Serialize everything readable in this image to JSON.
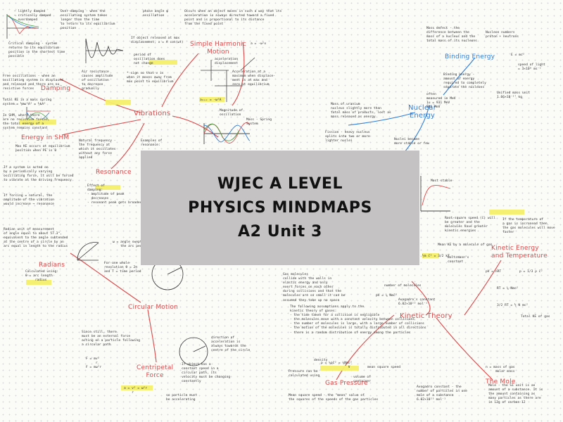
{
  "banner": {
    "line1": "WJEC A LEVEL",
    "line2": "PHYSICS MINDMAPS",
    "line3": "A2 Unit 3"
  },
  "topics": {
    "damping": "Damping",
    "vibrations": "Vibrations",
    "simple_harmonic_motion": "Simple Harmonic\nMotion",
    "energy_in_shm": "Energy in SHM",
    "resonance": "Resonance",
    "radians": "Radians",
    "circular_motion": "Circular Motion",
    "centripetal_force": "Centripetal\nForce",
    "nuclear_energy": "Nuclear\nEnergy",
    "binding_energy": "Binding Energy",
    "kinetic_energy_temperature": "Kinetic Energy\nand Temperature",
    "kinetic_theory": "Kinetic Theory",
    "gas_pressure": "Gas Pressure",
    "the_mole": "The Mole"
  },
  "notes": {
    "damping_graph_legend": "— lightly damped\n— critically damped\n— overdamped",
    "damping_definition": "Over-damping - when the\noscillating system takes\nlonger than the time\nto return to its equilibrium\nposition",
    "critical_damping": "Critical damping - system\nreturns to its equilibrium\nposition in the shortest time\npossible",
    "free_oscillations": "Free oscillations - when an\noscillating system is displaced\nand released and there are no\nresistive forces",
    "air_resistance": "Air resistance\ncauses amplitude\nof oscillation\nto decrease\ngradually",
    "phase_angle": "phase angle φ\noscillation",
    "cos_formula": "If object released at max\ndisplacement, x = A cos(ωt)",
    "period": "period of\noscillation does\nnot change",
    "shm_definition": "Occurs when an object moves in such a way that its\nacceleration is always directed toward a fixed\npoint and is proportional to its distance\nfrom the fixed point",
    "accel_formula": "a = -ω²x",
    "sign_note": "* sign so that v is\nwhen it moves away from\nmax point to equilibrium",
    "accel_max": "Acceleration at a\nmaximum when displace-\nment is at max and\nzero at equilibrium",
    "graph_axes": "acceleration\ndisplacement",
    "amax": "aₘₐₓ = -ω²A",
    "magnitude": "Magnitude of\noscillation",
    "mass_spring": "Mass - Spring\nSystem",
    "energy_shm_note": "In SHM, where there\nare no resistive forces,\nthe total energy of a\nsystem remains constant",
    "total_ke": "Total KE in a mass spring\nsystem = ½mω²A² = ½kA²",
    "max_ke": "Max KE occurs at equilibrium\nposition when PE is 0",
    "natural_freq": "Natural frequency -\nthe frequency at\nwhich it oscillates\nwithout any force\napplied",
    "examples_res": "Examples of\nresonance:",
    "driven": "If a system is acted on\nby a periodically varying\noscillating force, it will be forced\nto vibrate at the driving frequency",
    "damped_res": "Effect of\ndamping:\n- amplitude of peak\n  decreases\n- resonant peak gets broader",
    "forcing": "If forcing = natural, the\namplitude of the vibration\nwould increase → resonance",
    "radian_def": "Radian unit of measurement\nof angle equal to about 57.3°,\nequivalent to the angle subtended\nat the centre of a circle by an\narc equal in length to the radius",
    "radian_calc": "Calculated using:\nθ = arc length\n     radius",
    "angular_speed": "ω = angle swept\n    the arc per second",
    "revolution": "For one whole\nrevolution θ = 2π\nand T = time period",
    "centripetal_note": "Since still, there\nmust be an external force\nacting on a particle following\na circular path",
    "centripetal_formula": "F = mv²\n     r\nF = mω²r",
    "direction_accel": "direction of\nacceleration is\nalways towards the\ncentre of the circle",
    "constant_speed": "If object has a\nconstant speed in a\ncircular path, its\nvelocity must be changing\nconstantly",
    "accel_formula_cm": "a = v² = ω²r\n    r",
    "accelerating": "so particle must\nbe accelerating",
    "mass_defect": "Mass defect - the\ndifference between the\nmass of a nucleus and the\ntotal mass of its nucleons",
    "nuclear_numbers": "Nucleon numbers\nproton + neutrons",
    "e_mc2": "E = mc²",
    "speed_light": "speed of light\n= 3×10⁸ ms⁻¹",
    "binding_energy_note": "Binding energy -\namount of energy\nrequired to completely\nseparate the nucleons",
    "electron_volts": "often\nmeasured in MeV\n1u = 931 MeV\n931 MeV",
    "unified_mass": "Unified mass unit\n1.66×10⁻²⁷ kg",
    "mass_nucleus": "Mass of uranium\nnucleus slightly more than\ntotal mass of products, lost as\nmass released as energy",
    "fission": "Fission - heavy nucleus\nsplits into two or more\nlighter nuclei",
    "nuclei_become": "Nuclei become\nmore stable or few",
    "iron_peak": "Most stable",
    "rms_speed": "Root-square speed (c̄) will\nbe greater and the\nmolecules have greater\nkinetic energies",
    "temp_increase": "If the temperature of\na gas is increased then\nthe gas molecules will move\nfaster",
    "mean_ke": "Mean KE by a molecule of gas",
    "half_mc2": "½m c̄² = 3/2 kT",
    "boltzmann": "Boltzmann's\nconstant",
    "pv_nrt": "pV = nRT",
    "pv_third": "p = 1/3 ρ c̄²",
    "rt_kt": "RT = ⅓ Nmc²",
    "ke_formula": "3/2 RT = ½ N mc²",
    "total_ke_gas": "Total KE of gas",
    "kinetic_intro": "Gas molecules\ncollide with the walls in\nelastic energy and only\nexert forces on each other\nduring collisions and that the\nmolecules are so small it can be\nassumed they take up no space",
    "assumptions": "The following assumptions apply to the\nkinetic theory of gases:\n- the time taken for a collision is negligible\n- the molecules move with a constant velocity between collisions\n- the number of molecules is large, with a large number of collisions\n- the motion of the molecules is totally distributed in all directions\n- there is a random distribution of energy among the particles",
    "number_molecules": "number of molecules",
    "pv_n": "pV = ⅓ Nmc̄²",
    "avogadro": "Avogadro's constant\n6.02×10²³ mol⁻¹",
    "gas_pressure_formula": "p = ⅓ρc̄² = ⅓Nmc²\n              V",
    "mean_square": "mean square speed",
    "density": "density",
    "pressure_calc": "Pressure can be\ncalculated using",
    "volume_gas": "volume of\ncontainer",
    "rms_note": "Mean square speed - the \"mean\" value of\nthe squares of the speeds of the gas particles",
    "mole_formula": "n = mass of gas\n     molar mass",
    "mole_def": "Mole - the SI unit is an\namount of a substance. It is\nthe amount containing as\nmany particles as there are\nin 12g of carbon-12",
    "avogadro_def": "Avogadro constant - the\nnumber of particles in one\nmole of a substance\n6.02×10²³ mol⁻¹"
  },
  "colors": {
    "red_topic": "#d94a4a",
    "blue_topic": "#2f7ed8",
    "banner_bg": "#c4c2c3",
    "highlight": "#f4ef6a"
  }
}
